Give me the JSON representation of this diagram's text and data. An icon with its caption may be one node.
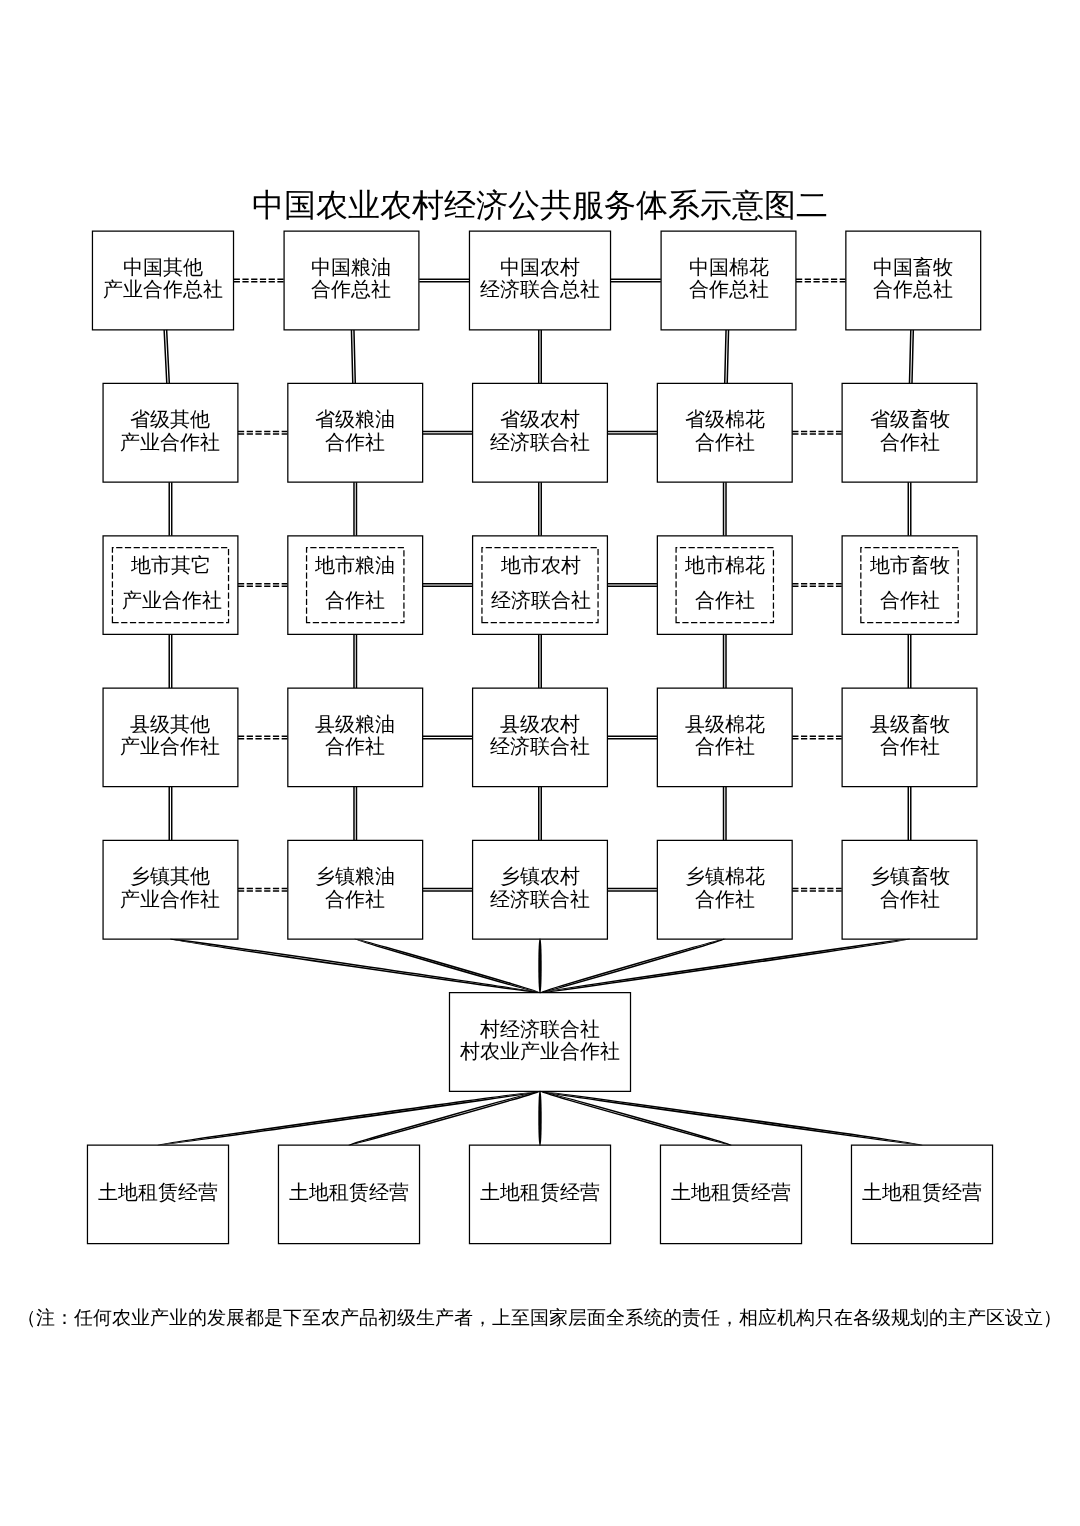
{
  "diagram": {
    "title": "中国农业农村经济公共服务体系示意图二",
    "nodes": [
      {
        "text": [
          "中国其他产业合作总社"
        ]
      },
      {
        "text": [
          "中国粮油合作总社"
        ]
      },
      {
        "text": [
          "中国农村经济联合总社"
        ]
      },
      {
        "text": [
          "中国棉花合作总社"
        ]
      },
      {
        "text": [
          "中国畜牧合作总社"
        ]
      },
      {
        "text": [
          "省级其他产业合作社"
        ]
      },
      {
        "text": [
          "省级粮油合作社"
        ]
      },
      {
        "text": [
          "省级农村经济联合社"
        ]
      },
      {
        "text": [
          "省级棉花合作社"
        ]
      },
      {
        "text": [
          "省级畜牧合作社"
        ]
      },
      {
        "text": [
          "地市其它产业合作社"
        ]
      },
      {
        "text": [
          "地市粮油合作社"
        ]
      },
      {
        "text": [
          "地市农村经济联合社"
        ]
      },
      {
        "text": [
          "地市棉花合作社"
        ]
      },
      {
        "text": [
          "地市畜牧合作社"
        ]
      },
      {
        "text": [
          "县级其他产业合作社"
        ]
      },
      {
        "text": [
          "县级粮油合作社"
        ]
      },
      {
        "text": [
          "县级农村经济联合社"
        ]
      },
      {
        "text": [
          "县级棉花合作社"
        ]
      },
      {
        "text": [
          "县级畜牧合作社"
        ]
      },
      {
        "text": [
          "乡镇其他产业合作社"
        ]
      },
      {
        "text": [
          "乡镇粮油合作社"
        ]
      },
      {
        "text": [
          "乡镇农村经济联合社"
        ]
      },
      {
        "text": [
          "乡镇棉花合作社"
        ]
      },
      {
        "text": [
          "乡镇畜牧合作社"
        ]
      },
      {
        "text": [
          "村经济联合社",
          "村农业产业合作社"
        ]
      },
      {
        "text": [
          "土地租赁经营"
        ]
      },
      {
        "text": [
          "土地租赁经营"
        ]
      },
      {
        "text": [
          "土地租赁经营"
        ]
      },
      {
        "text": [
          "土地租赁经营"
        ]
      },
      {
        "text": [
          "土地租赁经营"
        ]
      }
    ],
    "edges": [
      {
        "from": 0,
        "to": 1,
        "arrow": "none",
        "style": "dashed"
      },
      {
        "from": 1,
        "to": 2,
        "arrow": "none"
      },
      {
        "from": 2,
        "to": 3,
        "arrow": "none"
      },
      {
        "from": 3,
        "to": 4,
        "arrow": "none",
        "style": "dashed"
      },
      {
        "from": 0,
        "to": 5,
        "arrow": "none"
      },
      {
        "from": 1,
        "to": 6,
        "arrow": "none"
      },
      {
        "from": 2,
        "to": 7,
        "arrow": "none"
      },
      {
        "from": 3,
        "to": 8,
        "arrow": "none"
      },
      {
        "from": 4,
        "to": 9,
        "arrow": "none"
      },
      {
        "from": 5,
        "to": 6,
        "arrow": "none",
        "style": "dashed"
      },
      {
        "from": 6,
        "to": 7,
        "arrow": "none"
      },
      {
        "from": 7,
        "to": 8,
        "arrow": "none"
      },
      {
        "from": 8,
        "to": 9,
        "arrow": "none",
        "style": "dashed"
      },
      {
        "from": 5,
        "to": 10,
        "arrow": "none"
      },
      {
        "from": 6,
        "to": 11,
        "arrow": "none"
      },
      {
        "from": 7,
        "to": 12,
        "arrow": "none"
      },
      {
        "from": 8,
        "to": 13,
        "arrow": "none"
      },
      {
        "from": 9,
        "to": 14,
        "arrow": "none"
      },
      {
        "from": 10,
        "to": 11,
        "arrow": "none",
        "style": "dashed"
      },
      {
        "from": 11,
        "to": 12,
        "arrow": "none"
      },
      {
        "from": 12,
        "to": 13,
        "arrow": "none"
      },
      {
        "from": 13,
        "to": 14,
        "arrow": "none",
        "style": "dashed"
      },
      {
        "from": 10,
        "to": 15,
        "arrow": "none"
      },
      {
        "from": 11,
        "to": 16,
        "arrow": "none"
      },
      {
        "from": 12,
        "to": 17,
        "arrow": "none"
      },
      {
        "from": 13,
        "to": 18,
        "arrow": "none"
      },
      {
        "from": 14,
        "to": 19,
        "arrow": "none"
      },
      {
        "from": 15,
        "to": 16,
        "arrow": "none",
        "style": "dashed"
      },
      {
        "from": 16,
        "to": 17,
        "arrow": "none"
      },
      {
        "from": 17,
        "to": 18,
        "arrow": "none"
      },
      {
        "from": 18,
        "to": 19,
        "arrow": "none",
        "style": "dashed"
      },
      {
        "from": 15,
        "to": 20,
        "arrow": "none"
      },
      {
        "from": 16,
        "to": 21,
        "arrow": "none"
      },
      {
        "from": 17,
        "to": 22,
        "arrow": "none"
      },
      {
        "from": 18,
        "to": 23,
        "arrow": "none"
      },
      {
        "from": 19,
        "to": 24,
        "arrow": "none"
      },
      {
        "from": 20,
        "to": 21,
        "arrow": "none",
        "style": "dashed"
      },
      {
        "from": 21,
        "to": 22,
        "arrow": "none"
      },
      {
        "from": 22,
        "to": 23,
        "arrow": "none"
      },
      {
        "from": 23,
        "to": 24,
        "arrow": "none",
        "style": "dashed"
      },
      {
        "from": 20,
        "to": 25,
        "arrow": "none"
      },
      {
        "from": 21,
        "to": 25,
        "arrow": "none"
      },
      {
        "from": 22,
        "to": 25,
        "arrow": "none"
      },
      {
        "from": 23,
        "to": 25,
        "arrow": "none"
      },
      {
        "from": 24,
        "to": 25,
        "arrow": "none"
      },
      {
        "from": 25,
        "to": 26,
        "arrow": "none"
      },
      {
        "from": 25,
        "to": 27,
        "arrow": "none"
      },
      {
        "from": 25,
        "to": 28,
        "arrow": "none"
      },
      {
        "from": 25,
        "to": 29,
        "arrow": "none"
      },
      {
        "from": 25,
        "to": 30,
        "arrow": "none"
      }
    ],
    "labels": [
      "（注：任何农业产业的发展都是下至农产品初级生产者，上至国家层面全系统的责任，相应机构只在各级规划的主产区设立）"
    ]
  }
}
